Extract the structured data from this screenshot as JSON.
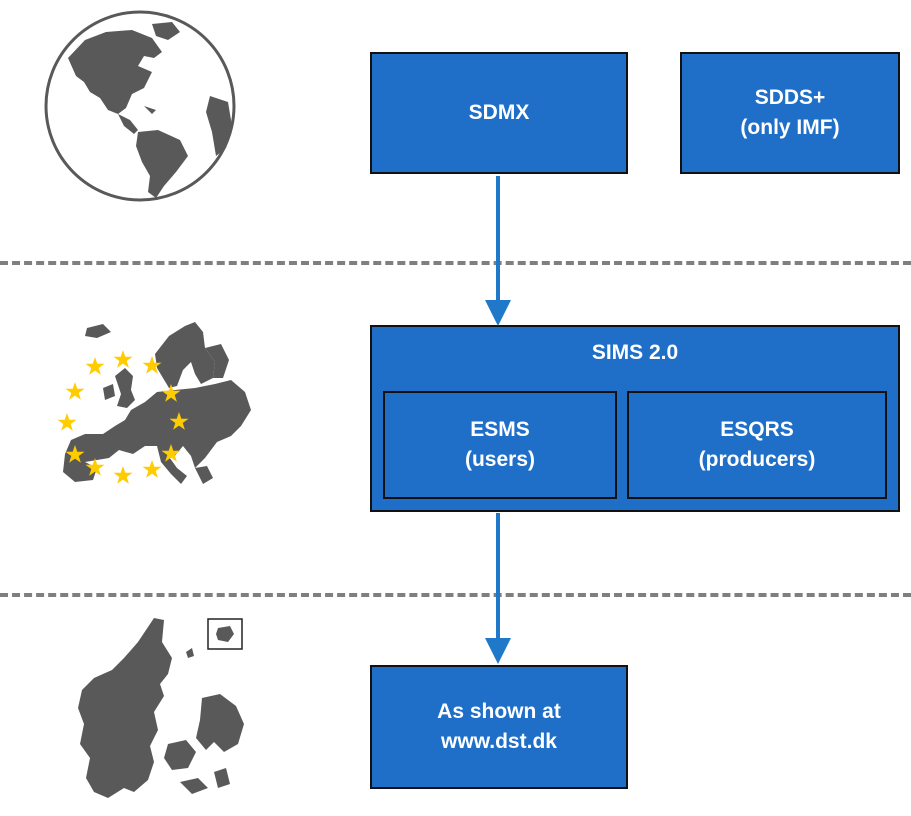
{
  "global": {
    "sdmx_label": "SDMX",
    "sdds_label": "SDDS+\n(only IMF)"
  },
  "european": {
    "sims_title": "SIMS 2.0",
    "esms_label": "ESMS\n(users)",
    "esqrs_label": "ESQRS\n(producers)"
  },
  "national": {
    "dst_label": "As shown at\nwww.dst.dk"
  },
  "colors": {
    "box_fill": "#1f6fc9",
    "arrow": "#1f78c8",
    "map": "#595959",
    "star": "#ffcc00",
    "divider": "#7f7f7f"
  }
}
